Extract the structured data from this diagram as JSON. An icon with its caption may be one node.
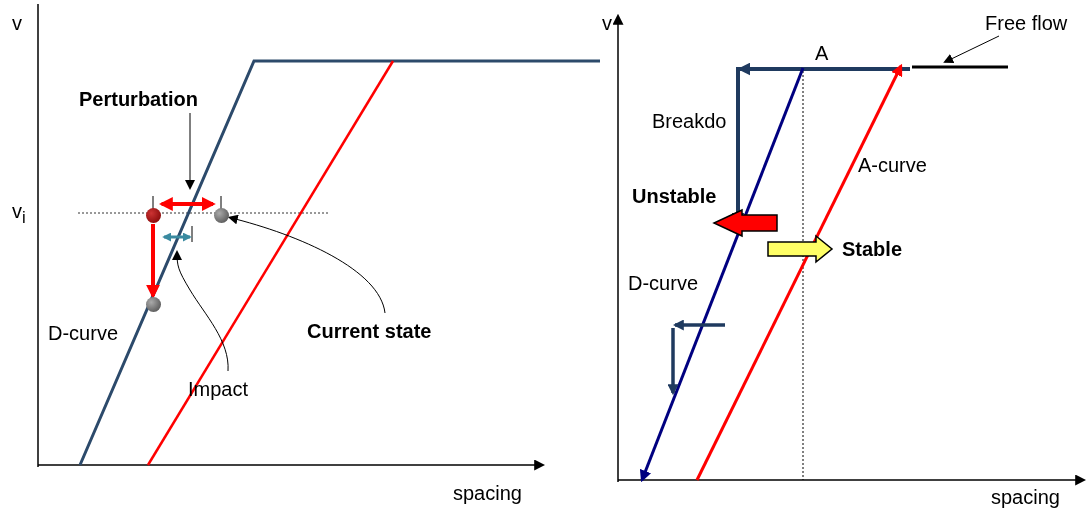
{
  "diagram": {
    "nodes": [
      {
        "text": [
          "Perturbation"
        ]
      },
      {
        "text": [
          "Impact"
        ]
      },
      {
        "text": [
          "Current state"
        ]
      },
      {
        "text": [],
        "shape": "circle"
      },
      {
        "text": [],
        "shape": "circle"
      },
      {
        "text": [],
        "shape": "circle"
      },
      {
        "text": [
          "Free flow"
        ]
      }
    ],
    "edges": [
      {
        "from": 0,
        "to": null,
        "arrow": "to"
      },
      {
        "from": 1,
        "to": null,
        "arrow": "to"
      },
      {
        "from": 2,
        "to": 4,
        "arrow": "to"
      },
      {
        "from": 3,
        "to": 4,
        "arrow": "both",
        "style": "thick",
        "color": "#ff0000"
      },
      {
        "from": 3,
        "to": 5,
        "arrow": "to",
        "style": "thick",
        "color": "#ff0000"
      },
      {
        "from": 6,
        "to": null,
        "arrow": "to"
      }
    ],
    "labels": [
      "v",
      "v$_{i}$",
      "D-curve",
      "spacing",
      "v",
      "A",
      "Breakdo",
      "A-curve",
      "Unstable",
      "Stable",
      "D-curve",
      "spacing"
    ]
  }
}
